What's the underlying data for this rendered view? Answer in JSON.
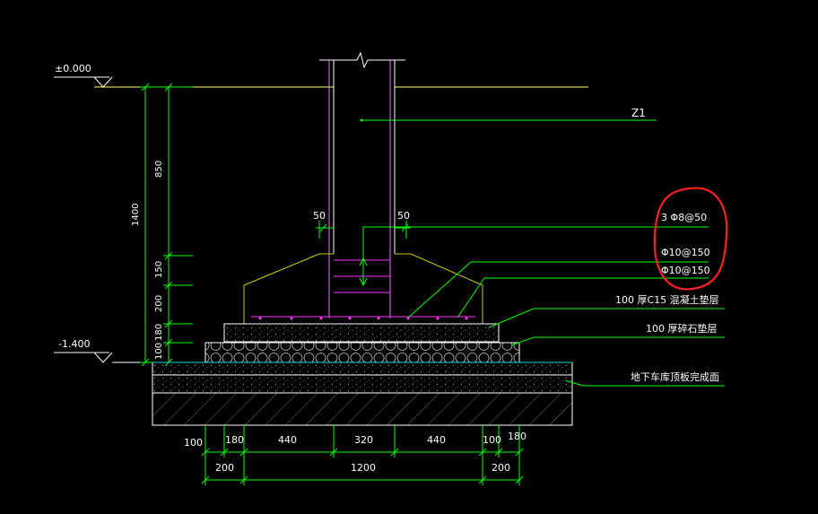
{
  "elevations": {
    "top": "±0.000",
    "bottom": "-1.400"
  },
  "column_label": "Z1",
  "rebar": {
    "stirrup": "3 Φ8@50",
    "bottom_bar_1": "Φ10@150",
    "bottom_bar_2": "Φ10@150"
  },
  "layers": {
    "concrete_pad": "100 厚C15 混凝土垫层",
    "gravel_pad": "100 厚碎石垫层",
    "garage_roof": "地下车库顶板完成面"
  },
  "cover_dims": {
    "left": "50",
    "right": "50"
  },
  "vertical_dims": {
    "total": "1400",
    "upper": "850",
    "d150": "150",
    "d200": "200",
    "d180": "180",
    "d100": "100"
  },
  "bottom_dims_row1": {
    "d100_left": "100",
    "d180_left": "180",
    "d440_left": "440",
    "d320": "320",
    "d440_right": "440",
    "d100_right": "100",
    "d180_right": "180"
  },
  "bottom_dims_row2": {
    "d200_left": "200",
    "d1200": "1200",
    "d200_right": "200"
  },
  "colors": {
    "background": "#000000",
    "dimension": "#00ff00",
    "ground_line": "#ffff66",
    "column": "#ff66ff",
    "rebar": "#ff33ff",
    "concrete": "#cccc00",
    "slab_edge": "#00dddd",
    "markup_circle": "#ff2020",
    "text": "#ffffff"
  }
}
